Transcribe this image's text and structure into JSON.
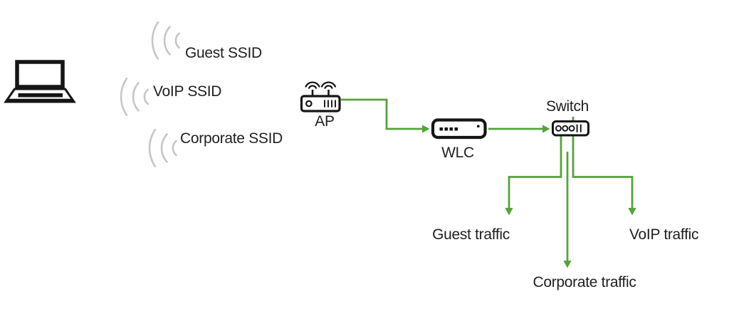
{
  "colors": {
    "accent-green": "#55a33c",
    "arc-gray": "#c6c6c6",
    "ink": "#1f1f1f",
    "icon-black": "#151515",
    "background": "#ffffff"
  },
  "ssid_labels": {
    "guest": "Guest SSID",
    "voip": "VoIP SSID",
    "corporate": "Corporate SSID"
  },
  "node_labels": {
    "ap": "AP",
    "wlc": "WLC",
    "switch": "Switch"
  },
  "traffic_labels": {
    "guest": "Guest traffic",
    "corporate": "Corporate traffic",
    "voip": "VoIP traffic"
  },
  "icons": {
    "laptop": "laptop-icon (black outline clipart)",
    "wifi_signal": "three concentric gray signal arcs",
    "access_point": "router box with two antennas radiating waves",
    "wlc": "controller box with four port squares and led dot",
    "switch": "switch box with three ports and two uplink slots",
    "connector": "green elbow line with solid triangular arrowhead"
  }
}
